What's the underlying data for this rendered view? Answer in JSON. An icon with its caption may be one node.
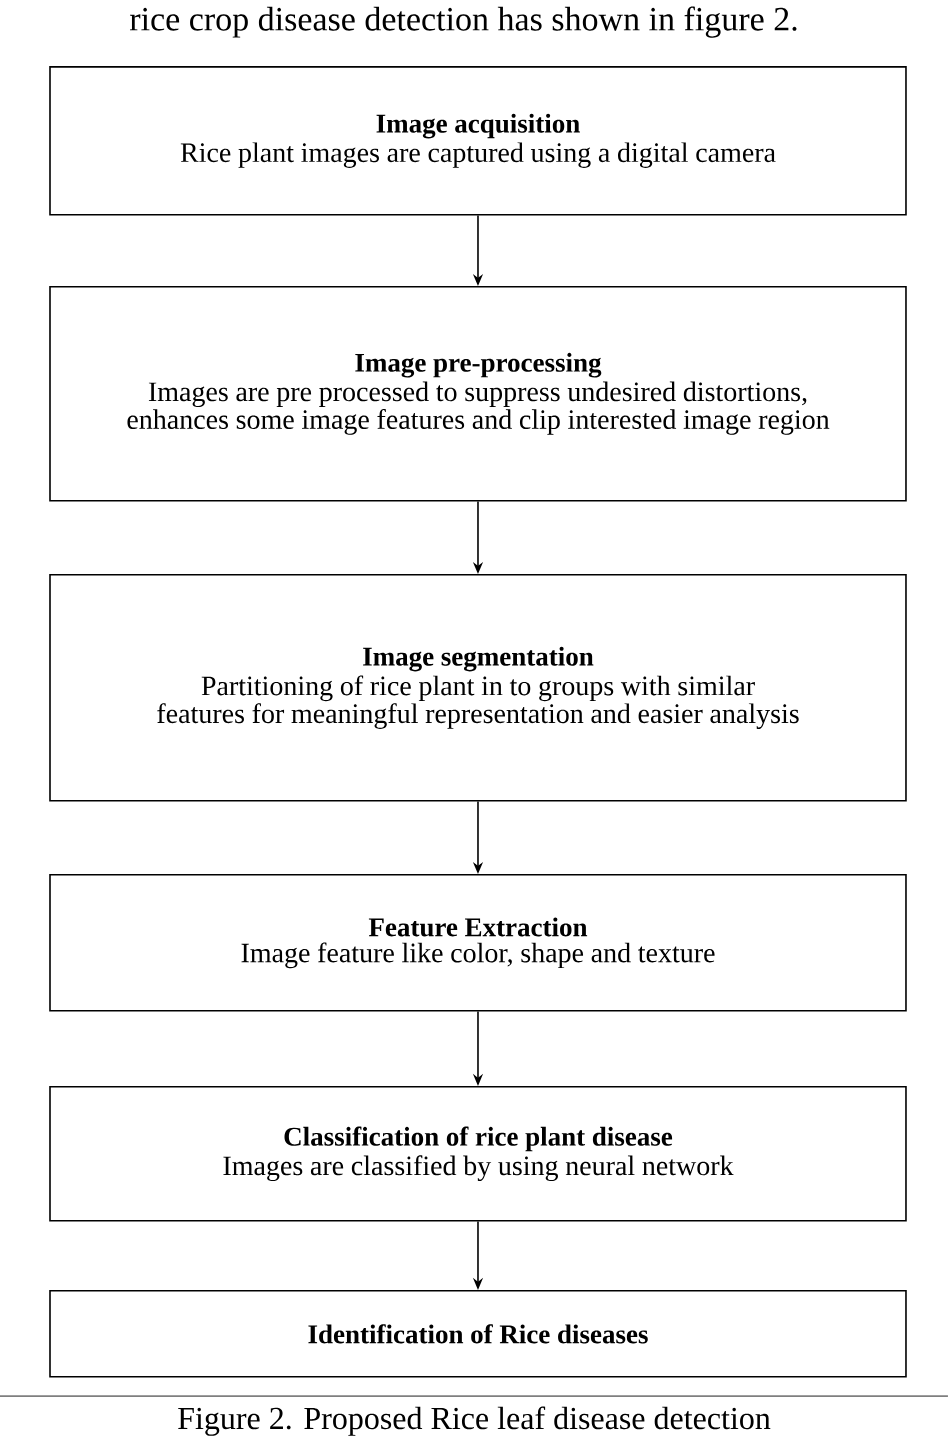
{
  "diagram": {
    "caption": "Figure 2. Proposed Rice leaf disease detection",
    "nodes": [
      {
        "text": [
          "Image acquisition",
          "Rice plant images are captured using a digital camera"
        ]
      },
      {
        "text": [
          "Image pre-processing",
          "Images are pre processed to suppress undesired distortions, enhances some image features and clip interested image region"
        ]
      },
      {
        "text": [
          "Image segmentation",
          "Partitioning of rice plant in to groups with similar features for meaningful representation and easier analysis"
        ]
      },
      {
        "text": [
          "Feature Extraction",
          "Image feature like color, shape and texture"
        ]
      },
      {
        "text": [
          "Classification of rice plant disease",
          "Images are classified by using neural network"
        ]
      },
      {
        "text": [
          "Identification of Rice diseases"
        ]
      }
    ],
    "edges": [
      {
        "from": 0,
        "to": 1,
        "arrow": "to"
      },
      {
        "from": 1,
        "to": 2,
        "arrow": "to"
      },
      {
        "from": 2,
        "to": 3,
        "arrow": "to"
      },
      {
        "from": 3,
        "to": 4,
        "arrow": "to"
      },
      {
        "from": 4,
        "to": 5,
        "arrow": "to"
      }
    ],
    "labels": [
      "rice crop disease detection has shown in figure 2."
    ]
  }
}
